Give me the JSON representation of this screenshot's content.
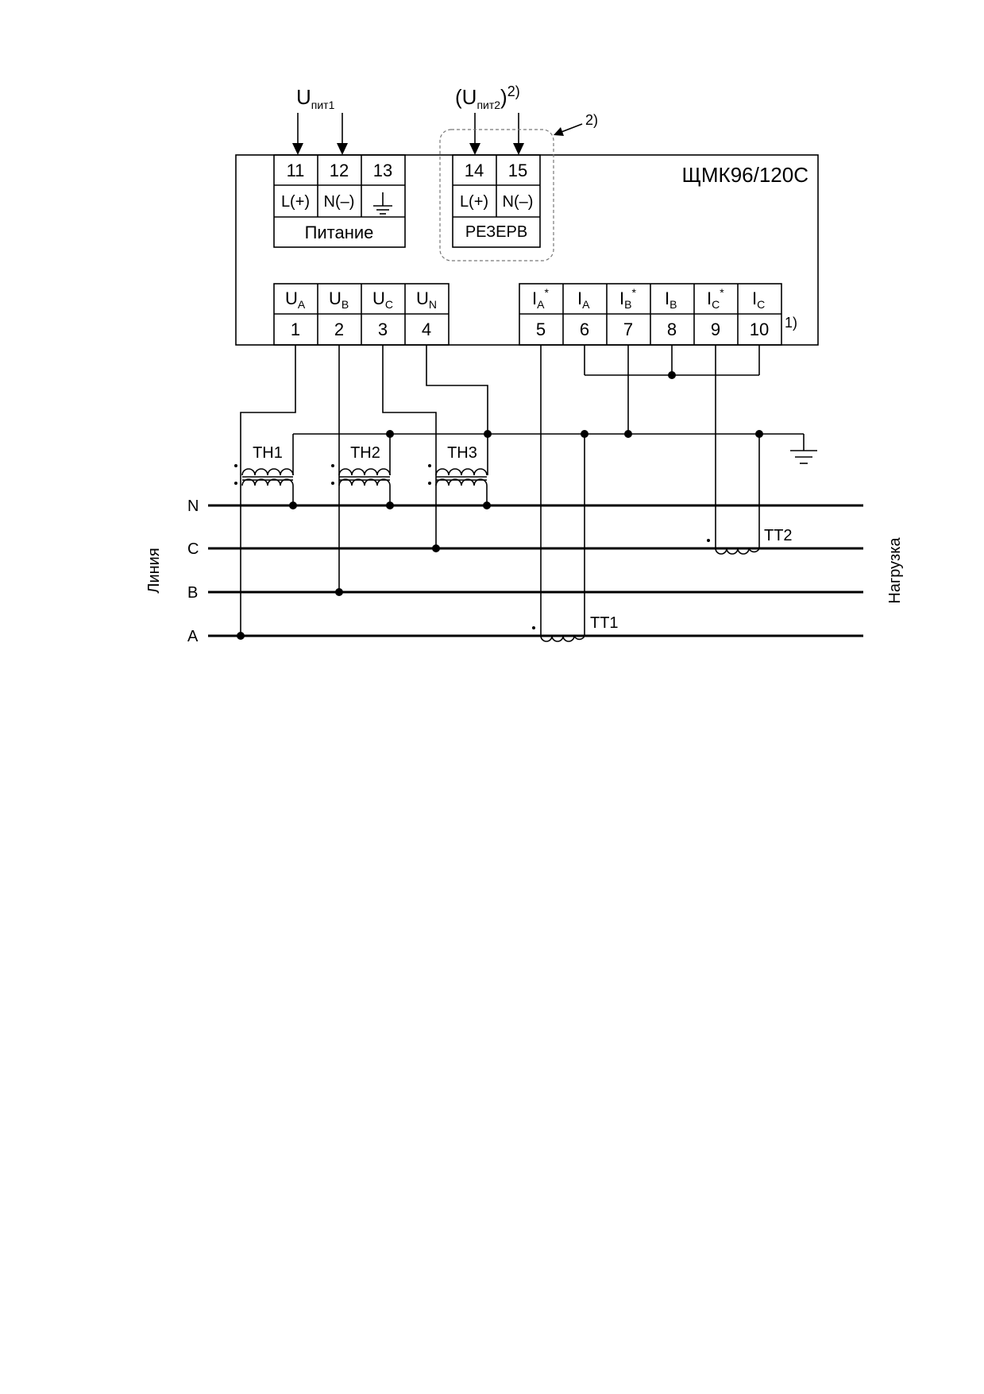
{
  "device": {
    "name": "ЩМК96/120С"
  },
  "supply1": {
    "label_main": "U",
    "label_sub": "пит1",
    "terminals": [
      "11",
      "12",
      "13"
    ],
    "functions": [
      "L(+)",
      "N(–)"
    ],
    "ground_icon": "ground-symbol-icon",
    "caption": "Питание"
  },
  "supply2": {
    "label_open": "(U",
    "label_sub": "пит2",
    "label_close": ")",
    "label_note": "2)",
    "terminals": [
      "14",
      "15"
    ],
    "functions": [
      "L(+)",
      "N(–)"
    ],
    "caption": "РЕЗЕРВ",
    "arrow_note": "2)"
  },
  "voltage_inputs": {
    "labels": [
      {
        "main": "U",
        "sub": "A"
      },
      {
        "main": "U",
        "sub": "B"
      },
      {
        "main": "U",
        "sub": "C"
      },
      {
        "main": "U",
        "sub": "N"
      }
    ],
    "numbers": [
      "1",
      "2",
      "3",
      "4"
    ]
  },
  "current_inputs": {
    "labels": [
      {
        "main": "I",
        "sub": "A",
        "sup": "*"
      },
      {
        "main": "I",
        "sub": "A",
        "sup": ""
      },
      {
        "main": "I",
        "sub": "B",
        "sup": "*"
      },
      {
        "main": "I",
        "sub": "B",
        "sup": ""
      },
      {
        "main": "I",
        "sub": "C",
        "sup": "*"
      },
      {
        "main": "I",
        "sub": "C",
        "sup": ""
      }
    ],
    "numbers": [
      "5",
      "6",
      "7",
      "8",
      "9",
      "10"
    ],
    "note": "1)"
  },
  "voltage_transformers": [
    "ТН1",
    "ТН2",
    "ТН3"
  ],
  "current_transformers": [
    "ТТ1",
    "ТТ2"
  ],
  "lines": [
    "N",
    "C",
    "B",
    "A"
  ],
  "side_labels": {
    "left": "Линия",
    "right": "Нагрузка"
  }
}
